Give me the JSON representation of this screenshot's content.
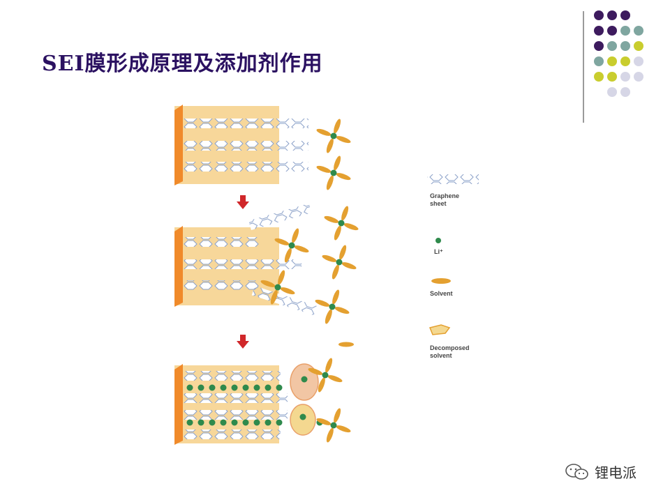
{
  "slide": {
    "title": "SEI膜形成原理及添加剂作用"
  },
  "decoration": {
    "dot_grid": [
      [
        "purple",
        "purple",
        "purple",
        ""
      ],
      [
        "purple",
        "purple",
        "teal",
        "teal"
      ],
      [
        "purple",
        "teal",
        "teal",
        "yellow"
      ],
      [
        "teal",
        "yellow",
        "yellow",
        "lavender"
      ],
      [
        "yellow",
        "yellow",
        "lavender",
        "lavender"
      ],
      [
        "",
        "lavender",
        "lavender",
        ""
      ]
    ],
    "colors": {
      "purple": "#3d1b5e",
      "teal": "#7fa6a0",
      "yellow": "#c9cd2e",
      "lavender": "#d6d6e6"
    }
  },
  "diagram": {
    "colors": {
      "electrode_bg": "#f7d79a",
      "electrode_edge": "#f08a2a",
      "li_ion": "#2f8a4c",
      "solvent": "#e4a030",
      "arrow": "#d0272a",
      "graphene_stroke": "#8aa0c8"
    },
    "legend": {
      "graphene": "Graphene\nsheet",
      "li": "Li⁺",
      "solvent": "Solvent",
      "decomposed": "Decomposed\nsolvent"
    }
  },
  "watermark": {
    "text": "锂电派",
    "icon": "wechat-icon"
  }
}
